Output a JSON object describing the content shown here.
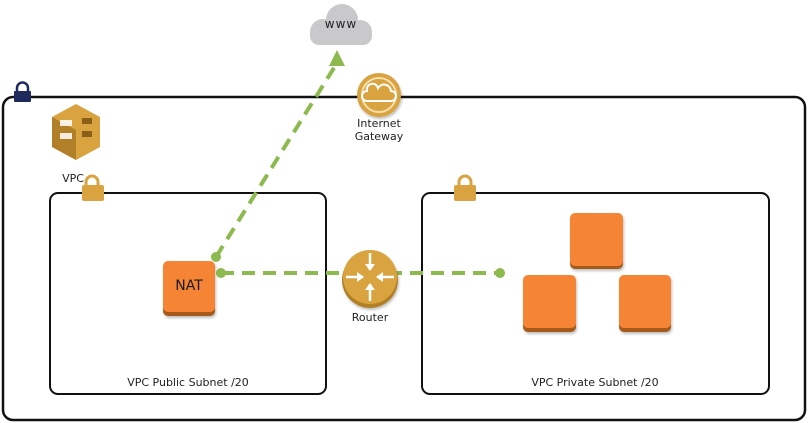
{
  "labels": {
    "www": "www",
    "internet_gateway": "Internet\nGateway",
    "vpc": "VPC",
    "router": "Router",
    "nat": "NAT",
    "public_subnet": "VPC Public Subnet /20",
    "private_subnet": "VPC Private Subnet /20"
  },
  "colors": {
    "connector": "#8dba4e",
    "instance": "#f58534",
    "instance_shadow": "#a55a1e",
    "gold": "#d9a33f",
    "gold_dark": "#b17f27",
    "outline": "#111111",
    "vpc_lock": "#1f2a5c",
    "cloud": "#c9c9cb"
  },
  "icons": [
    "cloud-icon",
    "internet-gateway-icon",
    "vpc-icon",
    "lock-icon",
    "router-icon",
    "instance-icon"
  ]
}
